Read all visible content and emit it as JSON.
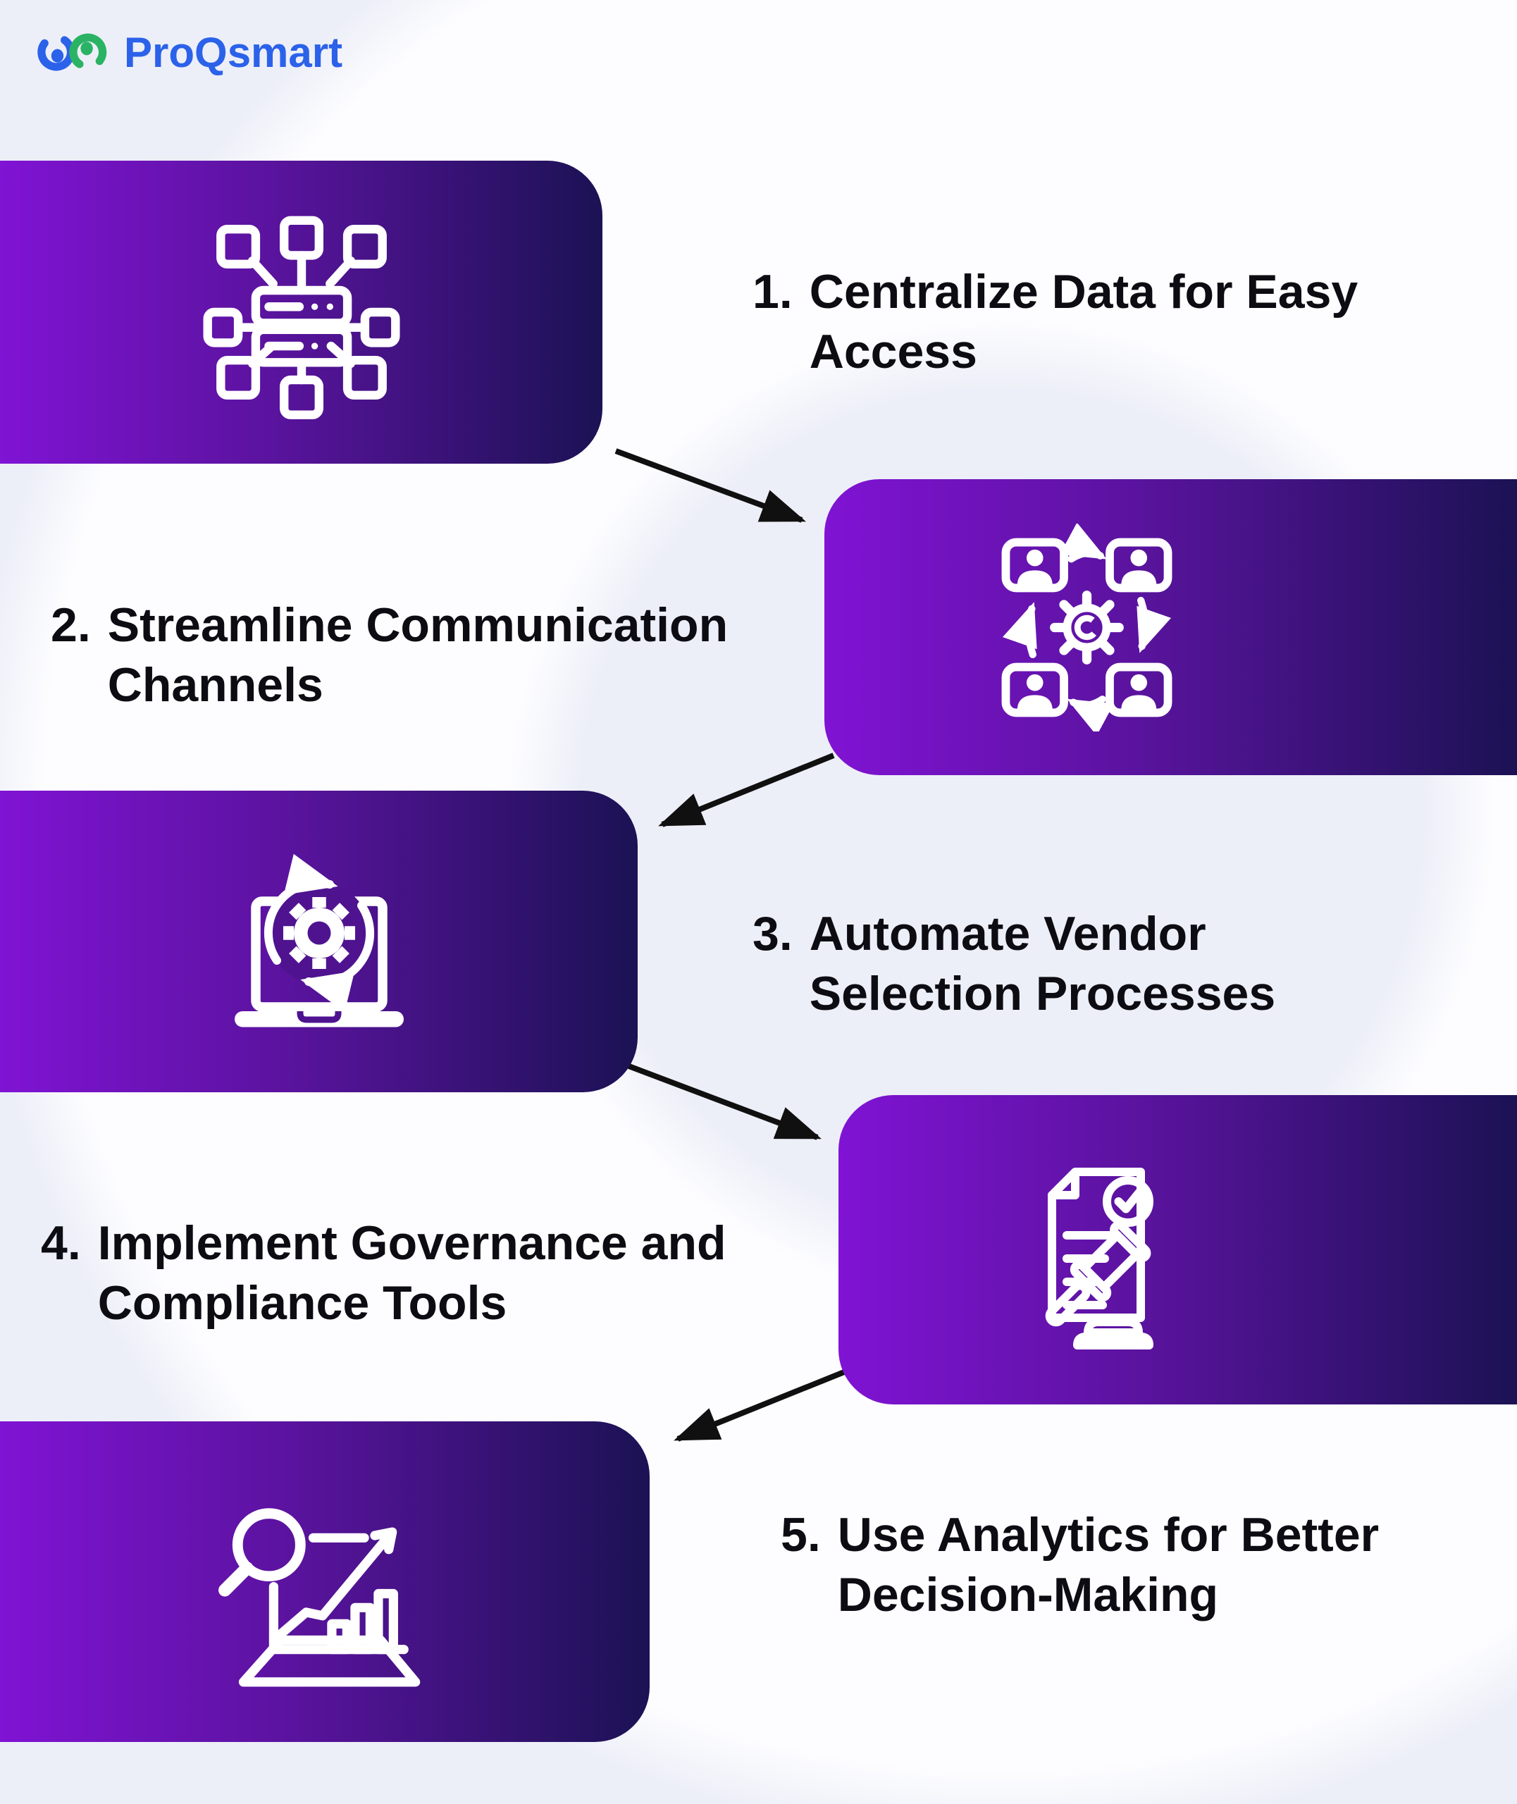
{
  "page": {
    "type": "process-infographic",
    "background_color": "#EDEFF8"
  },
  "brand": {
    "name": "ProQsmart",
    "text_color": "#2B62E9",
    "mark_blue": "#2B62E9",
    "mark_green": "#2BB365"
  },
  "steps": [
    {
      "number": "1.",
      "label": "Centralize Data for Easy Access",
      "icon": "centralized-data-server-icon"
    },
    {
      "number": "2.",
      "label": "Streamline Communication Channels",
      "icon": "communication-cycle-icon"
    },
    {
      "number": "3.",
      "label": "Automate Vendor Selection Processes",
      "icon": "laptop-automation-gear-icon"
    },
    {
      "number": "4.",
      "label": "Implement Governance and Compliance Tools",
      "icon": "governance-gavel-document-icon"
    },
    {
      "number": "5.",
      "label": "Use Analytics for Better Decision-Making",
      "icon": "analytics-magnifier-chart-icon"
    }
  ],
  "flow": [
    {
      "from": "1",
      "to": "2"
    },
    {
      "from": "2",
      "to": "3"
    },
    {
      "from": "3",
      "to": "4"
    },
    {
      "from": "4",
      "to": "5"
    }
  ],
  "colors": {
    "box_gradient_start": "#8013D4",
    "box_gradient_end": "#1B1254",
    "icon_stroke": "#FFFFFF",
    "arrow": "#101010",
    "step_text": "#0C0C12"
  }
}
